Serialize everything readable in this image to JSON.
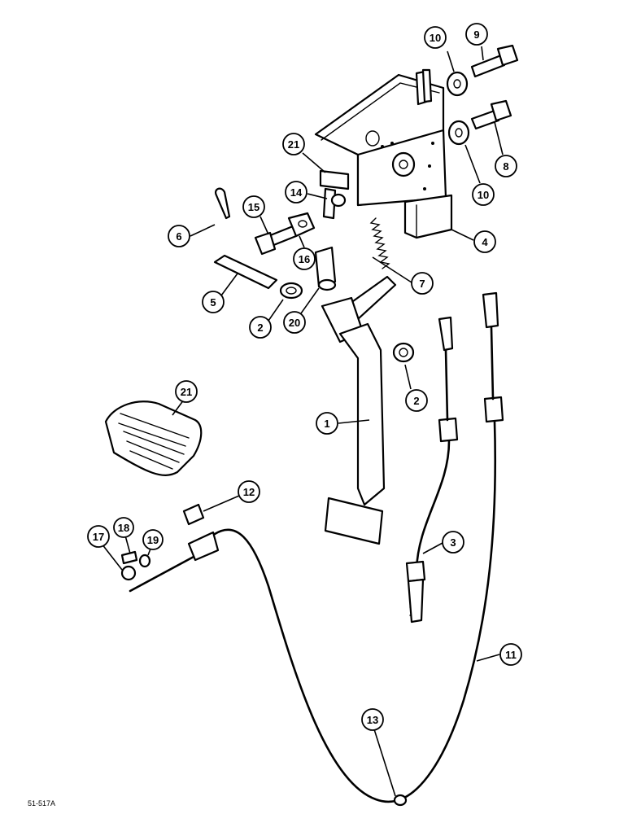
{
  "figure_ref": "51-517A",
  "callouts": [
    {
      "label": "10"
    },
    {
      "label": "9"
    },
    {
      "label": "8"
    },
    {
      "label": "10"
    },
    {
      "label": "21"
    },
    {
      "label": "14"
    },
    {
      "label": "15"
    },
    {
      "label": "6"
    },
    {
      "label": "16"
    },
    {
      "label": "4"
    },
    {
      "label": "7"
    },
    {
      "label": "5"
    },
    {
      "label": "20"
    },
    {
      "label": "2"
    },
    {
      "label": "2"
    },
    {
      "label": "21"
    },
    {
      "label": "1"
    },
    {
      "label": "12"
    },
    {
      "label": "17"
    },
    {
      "label": "18"
    },
    {
      "label": "19"
    },
    {
      "label": "3"
    },
    {
      "label": "11"
    },
    {
      "label": "13"
    }
  ]
}
